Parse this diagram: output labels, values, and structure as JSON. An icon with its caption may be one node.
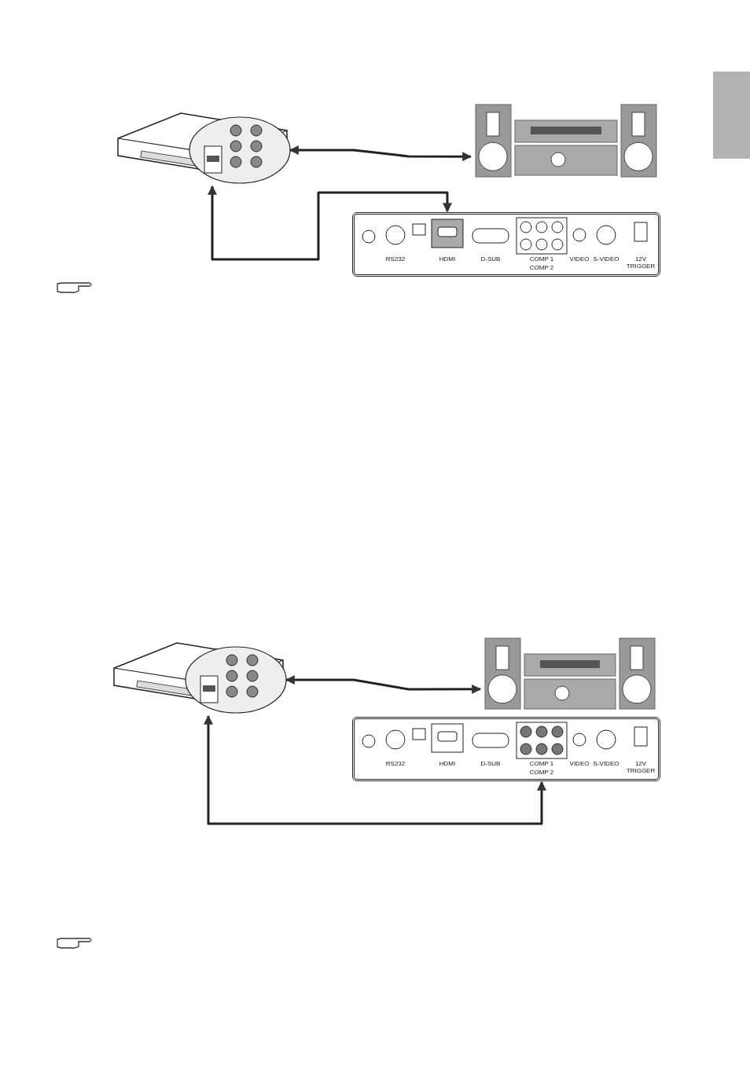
{
  "diagram": {
    "nodes": [
      {
        "text": [],
        "shape": "picture"
      },
      {
        "text": [],
        "shape": "picture"
      },
      {
        "text": [
          "RS232",
          "HDMI",
          "D-SUB",
          "COMP 1",
          "COMP 2",
          "VIDEO",
          "S-VIDEO",
          "12V TRIGGER"
        ]
      },
      {
        "text": [],
        "shape": "picture"
      },
      {
        "text": [],
        "shape": "picture"
      },
      {
        "text": [
          "RS232",
          "HDMI",
          "D-SUB",
          "COMP 1",
          "COMP 2",
          "VIDEO",
          "S-VIDEO",
          "12V TRIGGER"
        ]
      }
    ],
    "edges": [
      {
        "from": 0,
        "to": 1,
        "arrow": "both"
      },
      {
        "from": 0,
        "to": 2,
        "arrow": "both"
      },
      {
        "from": 3,
        "to": 4,
        "arrow": "both"
      },
      {
        "from": 3,
        "to": 5,
        "arrow": "both"
      }
    ]
  }
}
